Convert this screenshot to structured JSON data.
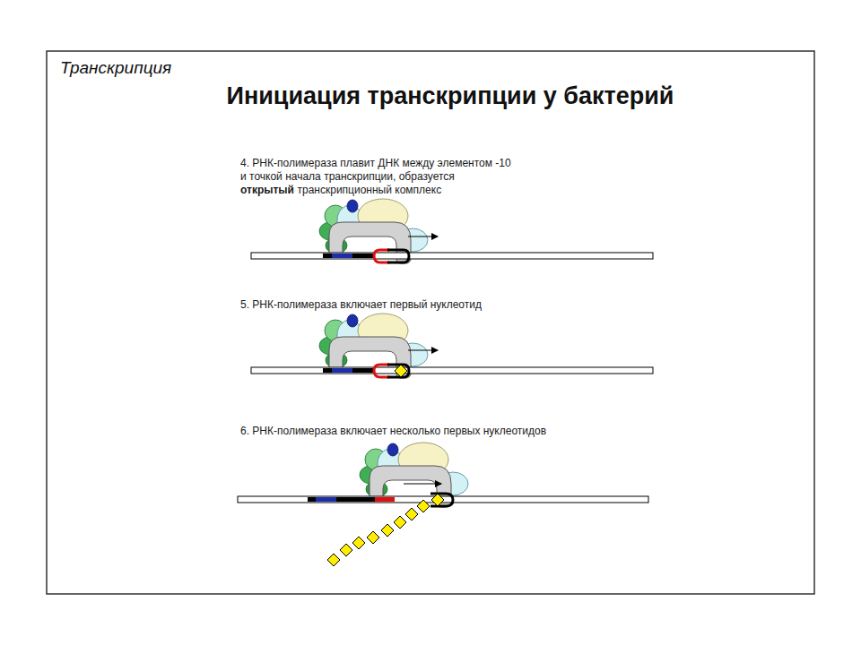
{
  "diagram": {
    "title": "Инициация транскрипции у бактерий",
    "labels": [
      "Транскрипция",
      "4. РНК-полимераза плавит ДНК между элементом -10",
      "и точкой начала транскрипции, образуется",
      "открытый",
      "транскрипционный комплекс",
      "5. РНК-полимераза включает первый нуклеотид",
      "6. РНК-полимераза включает несколько первых нуклеотидов"
    ]
  }
}
